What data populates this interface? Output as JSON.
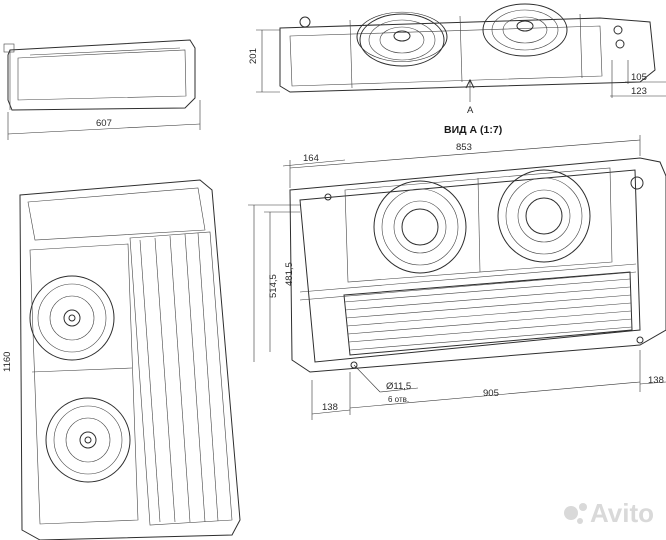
{
  "view_title": "ВИД А (1:7)",
  "section_marker": "A",
  "watermark": "Avito",
  "dimensions": {
    "side_width": "607",
    "front_height": "201",
    "right_105": "105",
    "right_123": "123",
    "overall_853": "853",
    "left_164": "164",
    "height_514": "514,5",
    "height_481": "481,5",
    "left_edge": "1160",
    "bottom_138_left": "138",
    "bottom_905": "905",
    "bottom_138_right": "138",
    "hole_diameter": "Ø11,5",
    "hole_count": "6 отв."
  }
}
